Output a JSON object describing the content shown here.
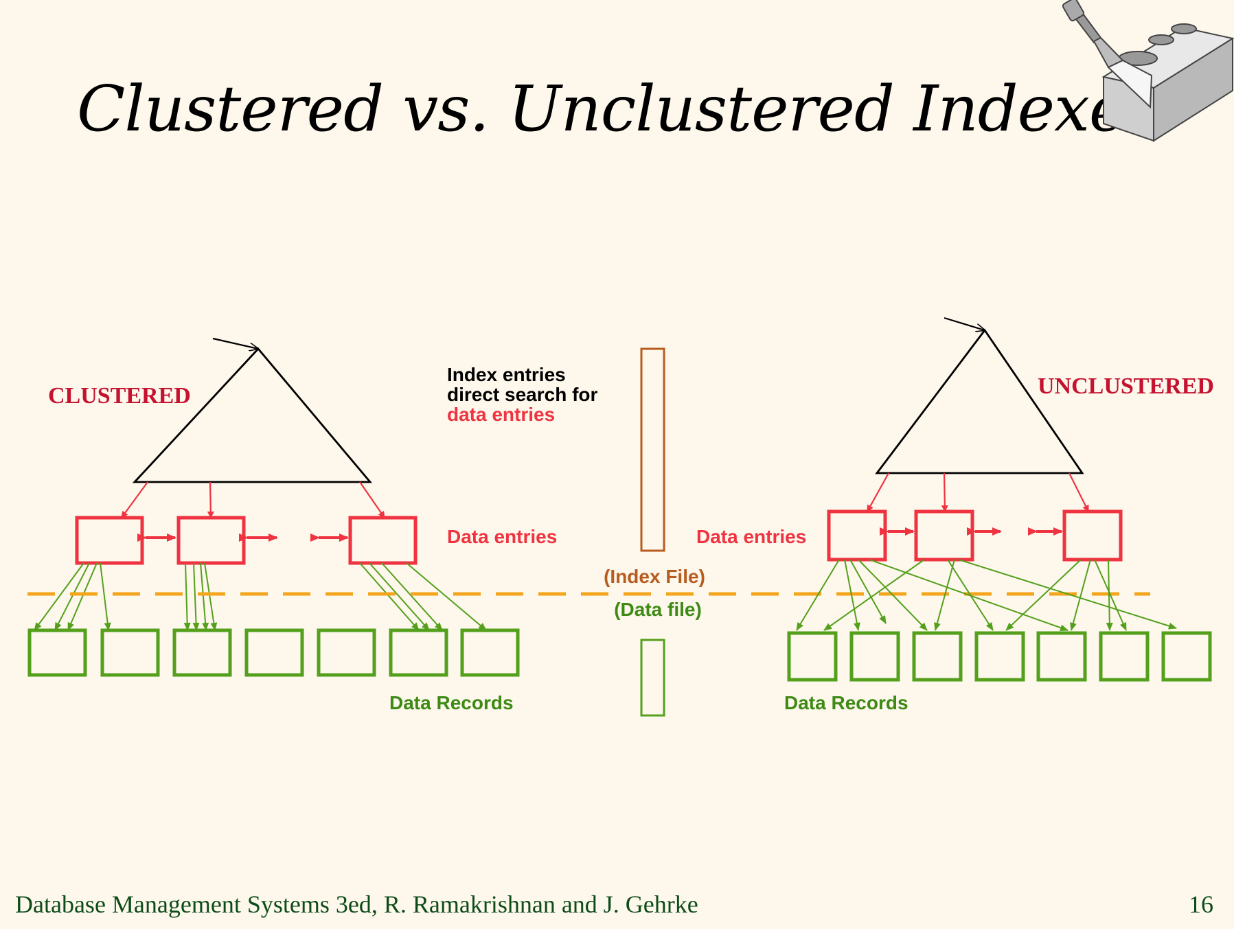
{
  "slide": {
    "title": "Clustered vs. Unclustered Indexes",
    "footer_text": "Database Management Systems 3ed,  R. Ramakrishnan and J. Gehrke",
    "page_number": "16"
  },
  "diagram": {
    "clustered_label": "CLUSTERED",
    "unclustered_label": "UNCLUSTERED",
    "note_line1": "Index entries",
    "note_line2": "direct search for",
    "note_line3": "data entries",
    "data_entries_left": "Data entries",
    "data_entries_right": "Data entries",
    "index_file_label": "(Index File)",
    "data_file_label": "(Data file)",
    "data_records_left": "Data Records",
    "data_records_right": "Data Records"
  },
  "colors": {
    "background": "#fdf7ec",
    "red": "#ef3340",
    "label_red": "#c4122f",
    "green": "#54a01c",
    "dark_green": "#3d8a14",
    "orange_dash": "#f3a51b",
    "brown": "#b85c1e",
    "footer": "#0d4c18"
  }
}
